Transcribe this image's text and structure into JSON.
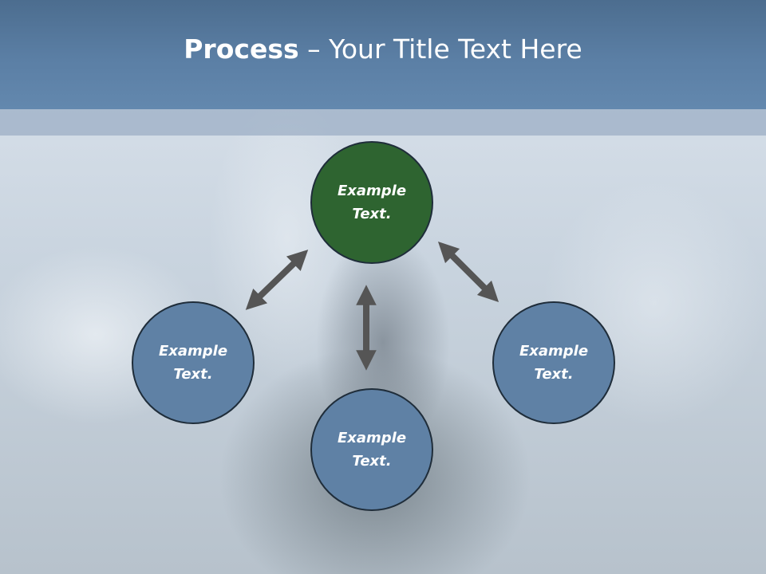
{
  "slide": {
    "title_bold": "Process",
    "title_rest": " – Your Title Text Here"
  },
  "nodes": [
    {
      "id": "top",
      "line1": "Example",
      "line2": "Text.",
      "color": "#2e6430"
    },
    {
      "id": "left",
      "line1": "Example",
      "line2": "Text.",
      "color": "#5f81a5"
    },
    {
      "id": "right",
      "line1": "Example",
      "line2": "Text.",
      "color": "#5f81a5"
    },
    {
      "id": "bottom",
      "line1": "Example",
      "line2": "Text.",
      "color": "#5f81a5"
    }
  ],
  "colors": {
    "header": "#5b7fa5",
    "arrow": "#555555",
    "node_border": "#1f2d3a"
  }
}
